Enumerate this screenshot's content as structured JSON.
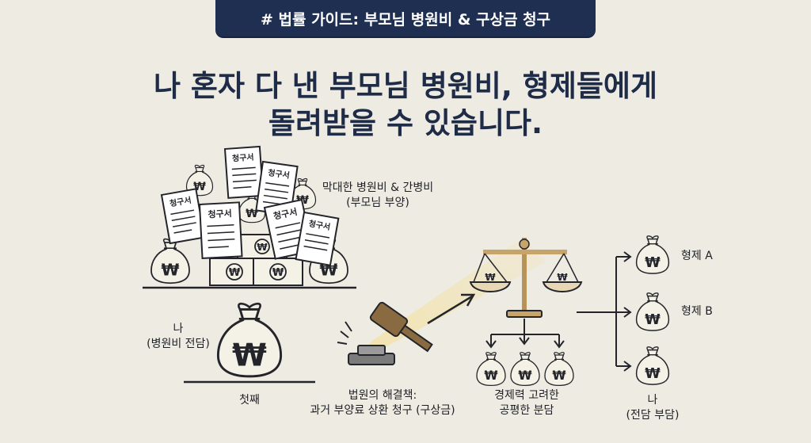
{
  "banner": {
    "text": "# 법률 가이드: 부모님 병원비 & 구상금 청구"
  },
  "headline": {
    "line1": "나 혼자 다 낸 부모님 병원비, 형제들에게",
    "line2": "돌려받을 수 있습니다."
  },
  "bills_label": {
    "line1": "막대한 병원비 & 간병비",
    "line2": "(부모님 부양)"
  },
  "bill_text": "청구서",
  "currency_symbol": "₩",
  "me_label": {
    "line1": "나",
    "line2": "(병원비 전담)"
  },
  "step1_label": "첫째",
  "court_label": {
    "line1": "법원의 해결책:",
    "line2": "과거 부양료 상환 청구 (구상금)"
  },
  "split_label": {
    "line1": "경제력 고려한",
    "line2": "공평한 분담"
  },
  "siblings": [
    {
      "label": "형제 A"
    },
    {
      "label": "형제 B"
    }
  ],
  "me_final_label": {
    "line1": "나",
    "line2": "(전담 부담)"
  },
  "colors": {
    "background": "#eeebe2",
    "banner": "#1f2f52",
    "headline": "#1f2c48",
    "ink": "#22252c",
    "gavel_wood": "#8a6a40",
    "scale_gold": "#c7a46a",
    "light_beam": "#f3e2a8"
  }
}
